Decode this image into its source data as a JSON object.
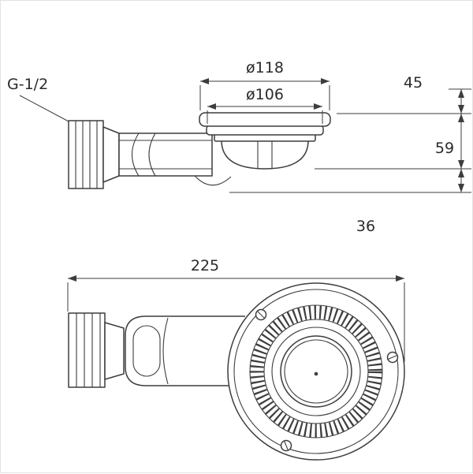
{
  "labels": {
    "thread": "G-1/2",
    "flange_outer_diameter": "ø118",
    "flange_inner_diameter": "ø106",
    "height_upper": "45",
    "height_total": "59",
    "height_lower": "36",
    "overall_length": "225"
  },
  "colors": {
    "background": "#ffffff",
    "line": "#3d3d3d",
    "dimension": "#3d3d3d",
    "text": "#2b2b2b"
  }
}
